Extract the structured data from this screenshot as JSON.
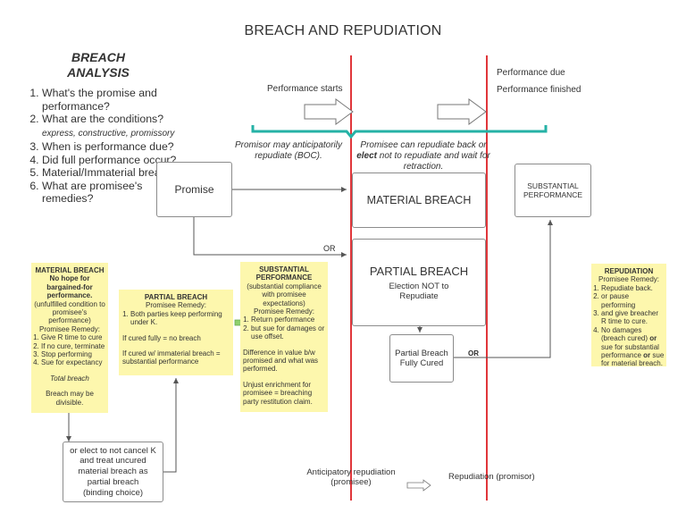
{
  "title": "BREACH AND REPUDIATION",
  "analysis": {
    "title_line1": "BREACH",
    "title_line2": "ANALYSIS",
    "items": [
      {
        "text": "What's the promise and performance?",
        "extra": ""
      },
      {
        "text": "What are the conditions?",
        "extra": "express, constructive, promissory"
      },
      {
        "text": "When is performance due?",
        "extra": ""
      },
      {
        "text": "Did full performance occur?",
        "extra": ""
      },
      {
        "text": "Material/Immaterial breach?",
        "extra": ""
      },
      {
        "text": "What are promisee's remedies?",
        "extra": ""
      }
    ]
  },
  "timeline": {
    "performance_starts": "Performance starts",
    "performance_due": "Performance due",
    "performance_finished": "Performance finished",
    "promisor_note": "Promisor may anticipatorily repudiate (BOC).",
    "promisee_note_a": "Promisee can repudiate back or",
    "promisee_note_b_bold": "elect",
    "promisee_note_b_rest": "not to repudiate and wait",
    "promisee_note_c": "for retraction."
  },
  "boxes": {
    "promise": "Promise",
    "material_breach": "MATERIAL BREACH",
    "partial_breach_title": "PARTIAL BREACH",
    "partial_breach_sub1": "Election NOT to",
    "partial_breach_sub2": "Repudiate",
    "partial_breach_cured_1": "Partial Breach",
    "partial_breach_cured_2": "Fully Cured",
    "substantial_performance_1": "SUBSTANTIAL",
    "substantial_performance_2": "PERFORMANCE",
    "elect_box": [
      "or elect to not cancel K",
      "and treat uncured",
      "material breach as",
      "partial breach",
      "(binding choice)"
    ],
    "or_label_1": "OR",
    "or_label_2": "OR"
  },
  "notes": {
    "material_breach": {
      "heading": "MATERIAL BREACH",
      "sub_bold": [
        "No hope for",
        "bargained-for",
        "performance."
      ],
      "sub": [
        "(unfulfilled condition to",
        "promisee's",
        "performance)"
      ],
      "remedy": "Promisee Remedy:",
      "items": [
        "Give R time to cure",
        "If no cure, terminate",
        "Stop performing",
        "Sue for expectancy"
      ],
      "total": "Total breach",
      "divisible": [
        "Breach may be",
        "divisible."
      ]
    },
    "partial_breach": {
      "heading": "PARTIAL BREACH",
      "remedy": "Promisee Remedy:",
      "items": [
        "Both parties keep performing under K."
      ],
      "cured": "If cured fully = no breach",
      "immaterial": [
        "If cured w/ immaterial breach =",
        "substantial performance"
      ]
    },
    "substantial_performance": {
      "heading": [
        "SUBSTANTIAL",
        "PERFORMANCE"
      ],
      "sub": [
        "(substantial compliance",
        "with promisee",
        "expectations)"
      ],
      "remedy": "Promisee Remedy:",
      "items": [
        "Return performance",
        "but sue for damages or use offset."
      ],
      "difference": [
        "Difference in value b/w",
        "promised and what was",
        "performed."
      ],
      "unjust": [
        "Unjust enrichment for",
        "promisee = breaching",
        "party restitution claim."
      ]
    },
    "repudiation": {
      "heading": "REPUDIATION",
      "remedy": "Promisee Remedy:",
      "item1": "Repudiate back.",
      "item2": "or pause performing",
      "item3": "and give breacher R time to cure.",
      "item4_a": "No damages (breach cured)",
      "item4_b": "or",
      "item4_c": "sue for substantial performance",
      "item4_d": "or",
      "item4_e": "sue for material breach."
    }
  },
  "legend": {
    "anticipatory_1": "Anticipatory repudiation",
    "anticipatory_2": "(promisee)",
    "repudiation": "Repudiation (promisor)"
  },
  "colors": {
    "red_line": "#e0363a",
    "teal": "#25b2a6",
    "note_bg": "#fdf7ad",
    "green_arrow": "#8fd06e"
  }
}
